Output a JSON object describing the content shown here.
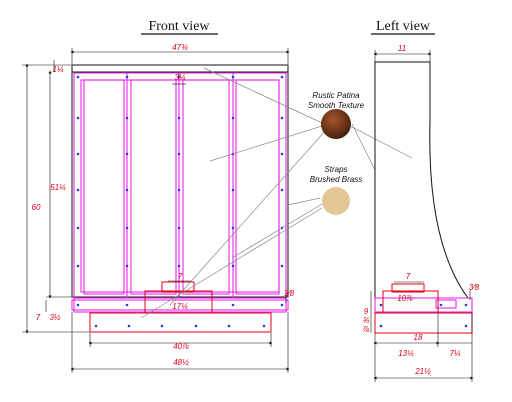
{
  "titles": {
    "front": "Front view",
    "left": "Left view"
  },
  "front_dims": {
    "width_top": "47¾",
    "height_total": "60",
    "height_main": "51¼",
    "top_band": "1¼",
    "center_strap": "3¼",
    "bottom_band": "3½",
    "base_label_7": "7",
    "base_dims_7": "7",
    "collar_width": "17¼",
    "right_small": "3⁄8",
    "inner_width": "40⅞",
    "outer_width": "48½"
  },
  "left_dims": {
    "top_depth": "11",
    "collar_top": "7",
    "collar_width": "10⅞",
    "right_small": "3⁄8",
    "left_a": "9",
    "left_b": "¾",
    "left_c": "⅞",
    "base_width": "18",
    "inner_a": "13¼",
    "inner_b": "7¼",
    "outer_depth": "21½"
  },
  "callouts": {
    "finish_line1": "Rustic Patina",
    "finish_line2": "Smooth Texture",
    "strap_line1": "Straps",
    "strap_line2": "Brushed Brass"
  },
  "colors": {
    "line": "#111111",
    "dimension": "#e0001a",
    "strap": "#e62be6",
    "rivet": "#2b3bd6",
    "patina": "#6b3418",
    "brass": "#e3c896"
  }
}
